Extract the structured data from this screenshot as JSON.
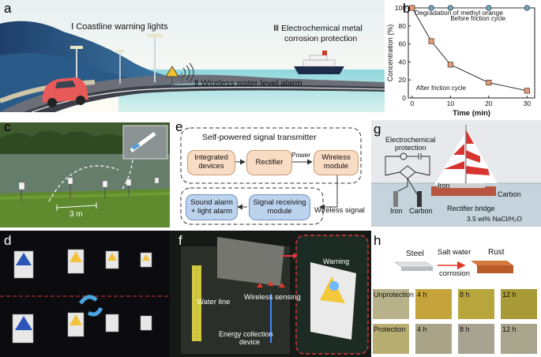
{
  "panel_labels": {
    "a": "a",
    "b": "b",
    "c": "c",
    "d": "d",
    "e": "e",
    "f": "f",
    "g": "g",
    "h": "h"
  },
  "panel_a": {
    "coastline": "Ⅰ Coastline warning lights",
    "corrosion_line1": "Ⅲ Electrochemical metal",
    "corrosion_line2": "corrosion protection",
    "wireless": "Ⅱ Wireless water level alarm"
  },
  "chart_data": {
    "type": "line",
    "title": "Degradation of methyl orange",
    "xlabel": "Time (min)",
    "ylabel": "Concentration (%)",
    "xlim": [
      -1,
      32
    ],
    "ylim": [
      0,
      100
    ],
    "xticks": [
      "0",
      "10",
      "20",
      "30"
    ],
    "yticks": [
      "0",
      "20",
      "40",
      "60",
      "80",
      "100"
    ],
    "series": [
      {
        "name": "Before friction cycle",
        "x": [
          0,
          5,
          10,
          20,
          30
        ],
        "values": [
          100,
          100,
          100,
          100,
          100
        ],
        "color": "#6fa7b8",
        "marker": "circle"
      },
      {
        "name": "After friction cycle",
        "x": [
          0,
          5,
          10,
          20,
          30
        ],
        "values": [
          100,
          63,
          37,
          17,
          8
        ],
        "color": "#e99a72",
        "marker": "square"
      }
    ]
  },
  "panel_c": {
    "distance": "3 m"
  },
  "panel_e": {
    "title": "Self-powered signal transmitter",
    "integrated": "Integrated\ndevices",
    "rectifier": "Rectifier",
    "power": "Power",
    "wireless_module": "Wireless\nmodule",
    "sound_alarm": "Sound alarm\n+ light alarm",
    "receiving": "Signal receiving\nmodule",
    "wireless_signal": "Wireless signal"
  },
  "panel_f": {
    "water_line": "Water line",
    "wireless_sensing": "Wireless sensing",
    "energy_line1": "Energy collection",
    "energy_line2": "device",
    "warning": "Warning"
  },
  "panel_g": {
    "protection_line1": "Electrochemical",
    "protection_line2": "protection",
    "iron_left": "Iron",
    "carbon_left": "Carbon",
    "iron_right": "Iron",
    "carbon_right": "Carbon",
    "rectifier_bridge": "Rectifier bridge",
    "solution": "3.5 wt% NaCl/H₂O"
  },
  "panel_h": {
    "steel": "Steel",
    "salt_line1": "Salt water",
    "salt_line2": "corrosion",
    "rust": "Rust",
    "rows": [
      {
        "label": "Unprotection",
        "times": [
          "4 h",
          "8 h",
          "12 h"
        ]
      },
      {
        "label": "Protection",
        "times": [
          "4 h",
          "8 h",
          "12 h"
        ]
      }
    ]
  }
}
